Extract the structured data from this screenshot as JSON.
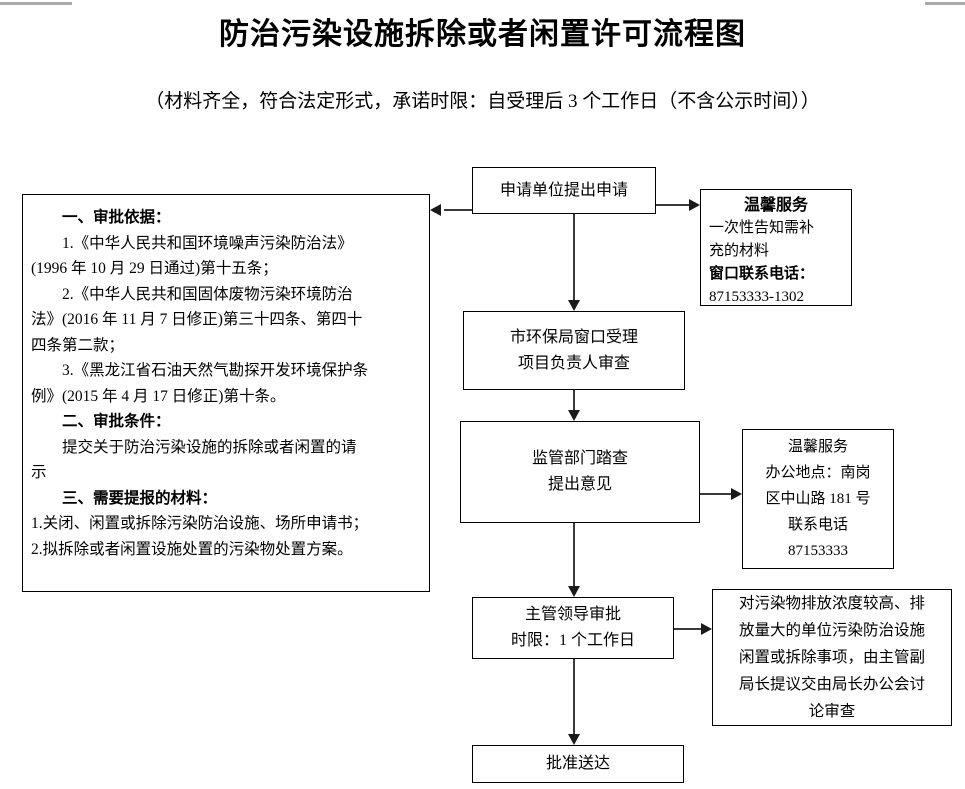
{
  "document": {
    "title": "防治污染设施拆除或者闲置许可流程图",
    "subtitle": "（材料齐全，符合法定形式，承诺时限：自受理后 3 个工作日（不含公示时间））"
  },
  "info_panel": {
    "section1_heading": "一、审批依据：",
    "item1_line1": "1.《中华人民共和国环境噪声污染防治法》",
    "item1_line2": "(1996 年 10 月 29 日通过)第十五条；",
    "item2_line1": "2.《中华人民共和国固体废物污染环境防治",
    "item2_line2": "法》(2016 年 11 月 7 日修正)第三十四条、第四十",
    "item2_line3": "四条第二款；",
    "item3_line1": "3.《黑龙江省石油天然气勘探开发环境保护条",
    "item3_line2": "例》(2015 年 4 月 17 日修正)第十条。",
    "section2_heading": "二、审批条件：",
    "section2_line1": "提交关于防治污染设施的拆除或者闲置的请",
    "section2_line2": "示",
    "section3_heading": "三、需要提报的材料：",
    "section3_item1": "1.关闭、闲置或拆除污染防治设施、场所申请书；",
    "section3_item2": "2.拟拆除或者闲置设施处置的污染物处置方案。"
  },
  "flow": {
    "apply": {
      "line1": "申请单位提出申请"
    },
    "warm_service_1": {
      "title": "温馨服务",
      "line1": "一次性告知需补",
      "line2": "充的材料",
      "phone_label": "窗口联系电话：",
      "phone": "87153333-1302"
    },
    "accept": {
      "line1": "市环保局窗口受理",
      "line2": "项目负责人审查"
    },
    "survey": {
      "line1": "监管部门踏查",
      "line2": "提出意见"
    },
    "warm_service_2": {
      "title": "温馨服务",
      "line1": "办公地点：南岗",
      "line2": "区中山路 181 号",
      "line3": "联系电话",
      "line4": "87153333"
    },
    "leader_approval": {
      "line1": "主管领导审批",
      "line2": "时限：1 个工作日"
    },
    "special_note": {
      "line1": "对污染物排放浓度较高、排",
      "line2": "放量大的单位污染防治设施",
      "line3": "闲置或拆除事项，由主管副",
      "line4": "局长提议交由局长办公会讨",
      "line5": "论审查"
    },
    "approve_deliver": {
      "line1": "批准送达"
    }
  },
  "colors": {
    "line": "#3a3a3a",
    "arrow": "#1a1a1a",
    "border": "#000000",
    "background": "#ffffff"
  }
}
